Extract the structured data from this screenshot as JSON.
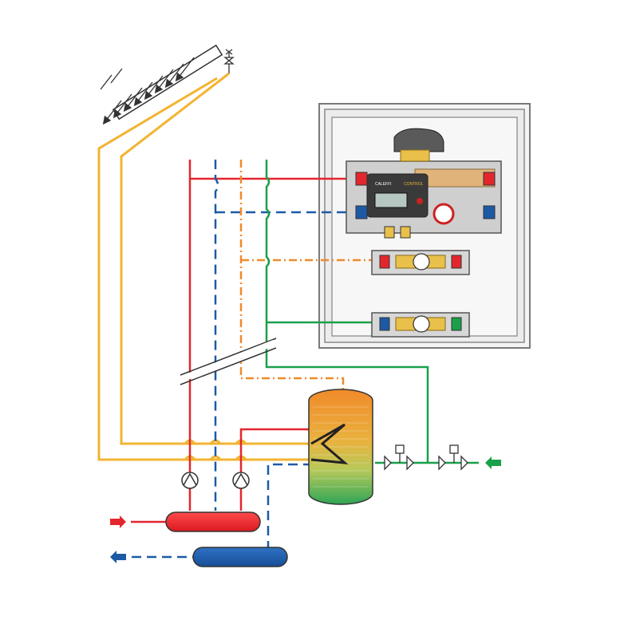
{
  "diagram": {
    "type": "solar thermal hydraulic schematic",
    "unit_labels": {
      "brand": "CALEFFI",
      "product": "CONTROL"
    },
    "colors": {
      "solar_loop": "#f2b431",
      "hot_supply": "#e3262d",
      "return_blue": "#1c5aa6",
      "recirculation_orange": "#ef8a2e",
      "cold_green": "#1aa04a",
      "cabinet_frame": "#6d6d6d",
      "cabinet_fill": "#ececec"
    },
    "icons": [
      "solar-collector-icon",
      "air-vent-icon",
      "pump-icon",
      "storage-tank-icon",
      "heat-exchanger-coil-icon",
      "check-valve-icon",
      "hydraulic-separator-icon",
      "flow-arrow-icon",
      "thermometer-gauge-icon"
    ]
  }
}
